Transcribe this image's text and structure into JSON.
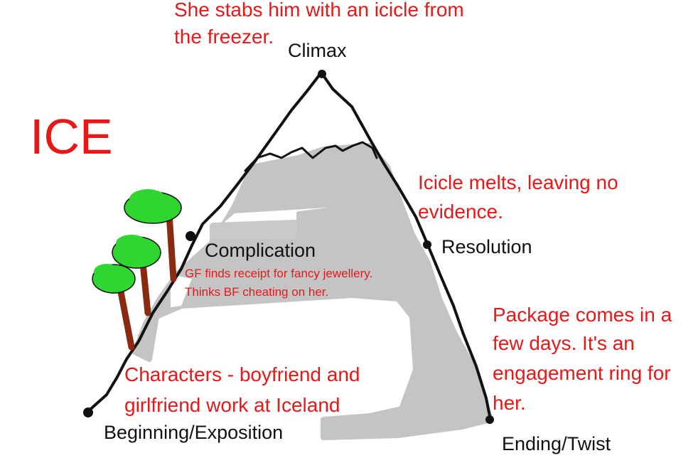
{
  "title": "ICE",
  "stages": {
    "climax": "Climax",
    "complication": "Complication",
    "resolution": "Resolution",
    "beginning": "Beginning/Exposition",
    "ending": "Ending/Twist"
  },
  "notes": {
    "climax_line1": "She stabs him with an icicle from",
    "climax_line2": "the freezer.",
    "complication_line1": "GF finds receipt for fancy jewellery.",
    "complication_line2": "Thinks BF cheating on her.",
    "resolution_line1": "Icicle melts, leaving no",
    "resolution_line2": "evidence.",
    "beginning_line1": "Characters - boyfriend and",
    "beginning_line2": "girlfriend work at Iceland",
    "ending_line1": "Package comes in a",
    "ending_line2": "few days. It's an",
    "ending_line3": "engagement ring for",
    "ending_line4": "her."
  },
  "colors": {
    "text_red": "#e81818",
    "outline": "#111111",
    "fill_grey": "#c4c4c4",
    "tree_green": "#2fd62f",
    "tree_trunk": "#8a2a10"
  }
}
